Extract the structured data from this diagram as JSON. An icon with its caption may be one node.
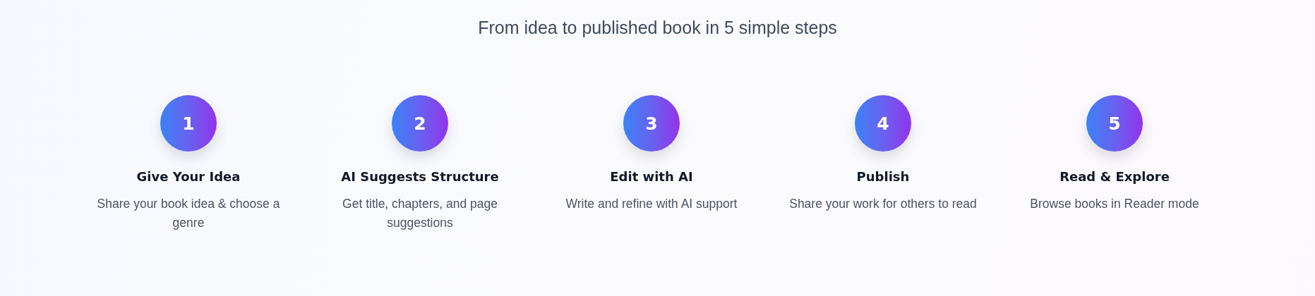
{
  "diagram": {
    "title": "From idea to published book in 5 simple steps",
    "nodes": [
      {
        "text": [
          "1"
        ],
        "beside": [
          "Give Your Idea",
          "Share your book idea & choose a genre"
        ]
      },
      {
        "text": [
          "2"
        ],
        "beside": [
          "AI Suggests Structure",
          "Get title, chapters, and page suggestions"
        ]
      },
      {
        "text": [
          "3"
        ],
        "beside": [
          "Edit with AI",
          "Write and refine with AI support"
        ]
      },
      {
        "text": [
          "4"
        ],
        "beside": [
          "Publish",
          "Share your work for others to read"
        ]
      },
      {
        "text": [
          "5"
        ],
        "beside": [
          "Read & Explore",
          "Browse books in Reader mode"
        ]
      }
    ]
  }
}
